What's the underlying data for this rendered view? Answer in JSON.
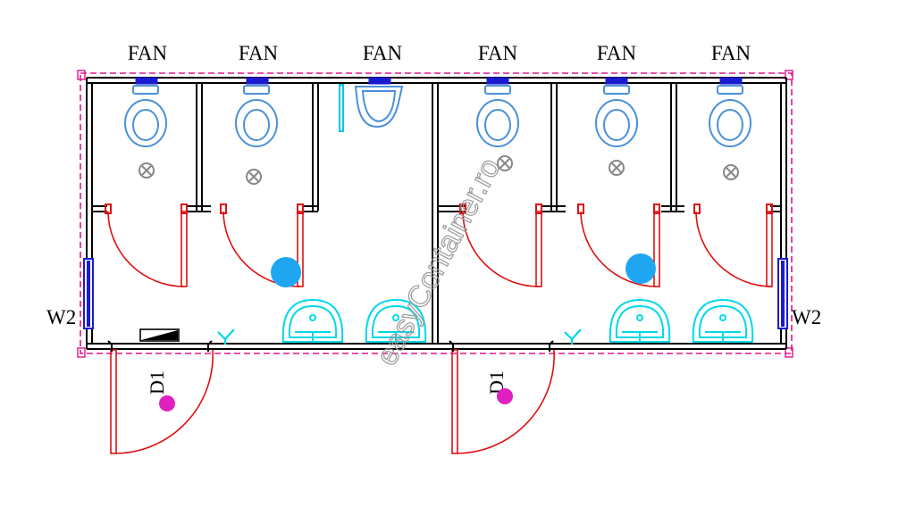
{
  "fan_labels": [
    "FAN",
    "FAN",
    "FAN",
    "FAN",
    "FAN",
    "FAN"
  ],
  "window_labels": [
    "W2",
    "W2"
  ],
  "door_labels": [
    "D1",
    "D1"
  ],
  "watermark": "easyContainer.ro",
  "colors": {
    "wall": "#000000",
    "outline": "#e0158c",
    "door": "#e01010",
    "fixture": "#4a90d9",
    "sink": "#00d8e8",
    "fan": "#1a1ad0",
    "window": "#1a1ad0",
    "drain": "#1ea7f0",
    "marker": "#e020c0",
    "floor_drain_symbol": "#888888"
  }
}
